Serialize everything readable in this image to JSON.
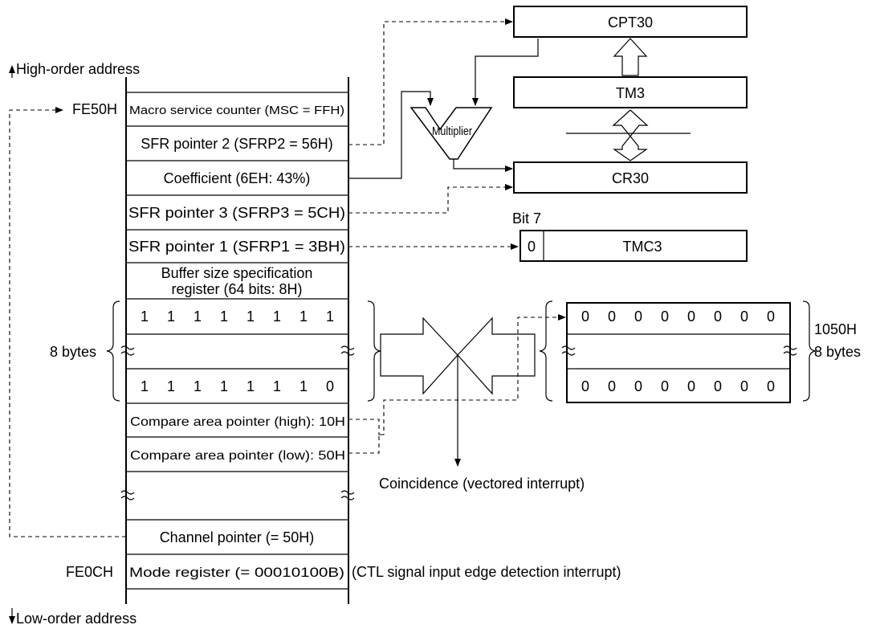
{
  "axis": {
    "high_order": "High-order address",
    "low_order": "Low-order address"
  },
  "addresses": {
    "fe50h": "FE50H",
    "fe0ch": "FE0CH"
  },
  "memory": {
    "macro_service_counter": "Macro service counter (MSC = FFH)",
    "sfr_pointer_2": "SFR pointer 2 (SFRP2 = 56H)",
    "coefficient": "Coefficient (6EH: 43%)",
    "sfr_pointer_3": "SFR pointer 3 (SFRP3 = 5CH)",
    "sfr_pointer_1": "SFR pointer 1 (SFRP1 = 3BH)",
    "buffer_size_line1": "Buffer size specification",
    "buffer_size_line2": "register (64 bits: 8H)",
    "buffer_top_bits": [
      "1",
      "1",
      "1",
      "1",
      "1",
      "1",
      "1",
      "1"
    ],
    "buffer_bottom_bits": [
      "1",
      "1",
      "1",
      "1",
      "1",
      "1",
      "1",
      "0"
    ],
    "compare_high": "Compare area pointer (high): 10H",
    "compare_low": "Compare area pointer (low): 50H",
    "channel_pointer": "Channel pointer (= 50H)",
    "mode_register": "Mode register (= 00010100B)"
  },
  "labels": {
    "eight_bytes_left": "8 bytes",
    "compare_addr": "1050H",
    "eight_bytes_right": "8 bytes",
    "coincidence": "Coincidence (vectored interrupt)",
    "ctl_note": "(CTL signal input edge detection interrupt)",
    "bit7": "Bit 7"
  },
  "registers": {
    "cpt30": "CPT30",
    "tm3": "TM3",
    "cr30": "CR30",
    "tmc3_bit": "0",
    "tmc3": "TMC3",
    "multiplier": "Multiplier"
  },
  "compare_area": {
    "top_bits": [
      "0",
      "0",
      "0",
      "0",
      "0",
      "0",
      "0",
      "0"
    ],
    "bottom_bits": [
      "0",
      "0",
      "0",
      "0",
      "0",
      "0",
      "0",
      "0"
    ]
  }
}
